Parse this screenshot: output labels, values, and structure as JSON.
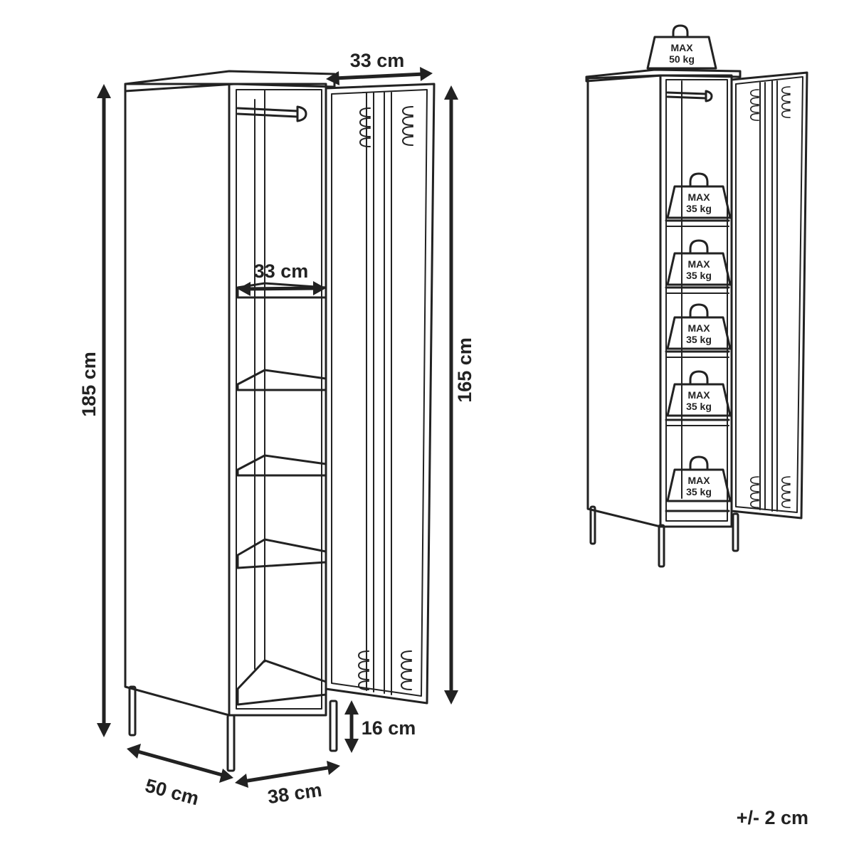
{
  "dimensions": {
    "width_label": "50 cm",
    "depth_label": "38 cm",
    "height_label": "185 cm",
    "door_height_label": "165 cm",
    "door_width_label": "33 cm",
    "shelf_width_label": "33 cm",
    "leg_height_label": "16 cm",
    "tolerance_label": "+/- 2 cm"
  },
  "load_limits": {
    "top": {
      "line1": "MAX",
      "line2": "50 kg"
    },
    "shelves": [
      {
        "line1": "MAX",
        "line2": "35 kg"
      },
      {
        "line1": "MAX",
        "line2": "35 kg"
      },
      {
        "line1": "MAX",
        "line2": "35 kg"
      },
      {
        "line1": "MAX",
        "line2": "35 kg"
      },
      {
        "line1": "MAX",
        "line2": "35 kg"
      }
    ]
  },
  "colors": {
    "line": "#222222",
    "background": "#ffffff"
  }
}
